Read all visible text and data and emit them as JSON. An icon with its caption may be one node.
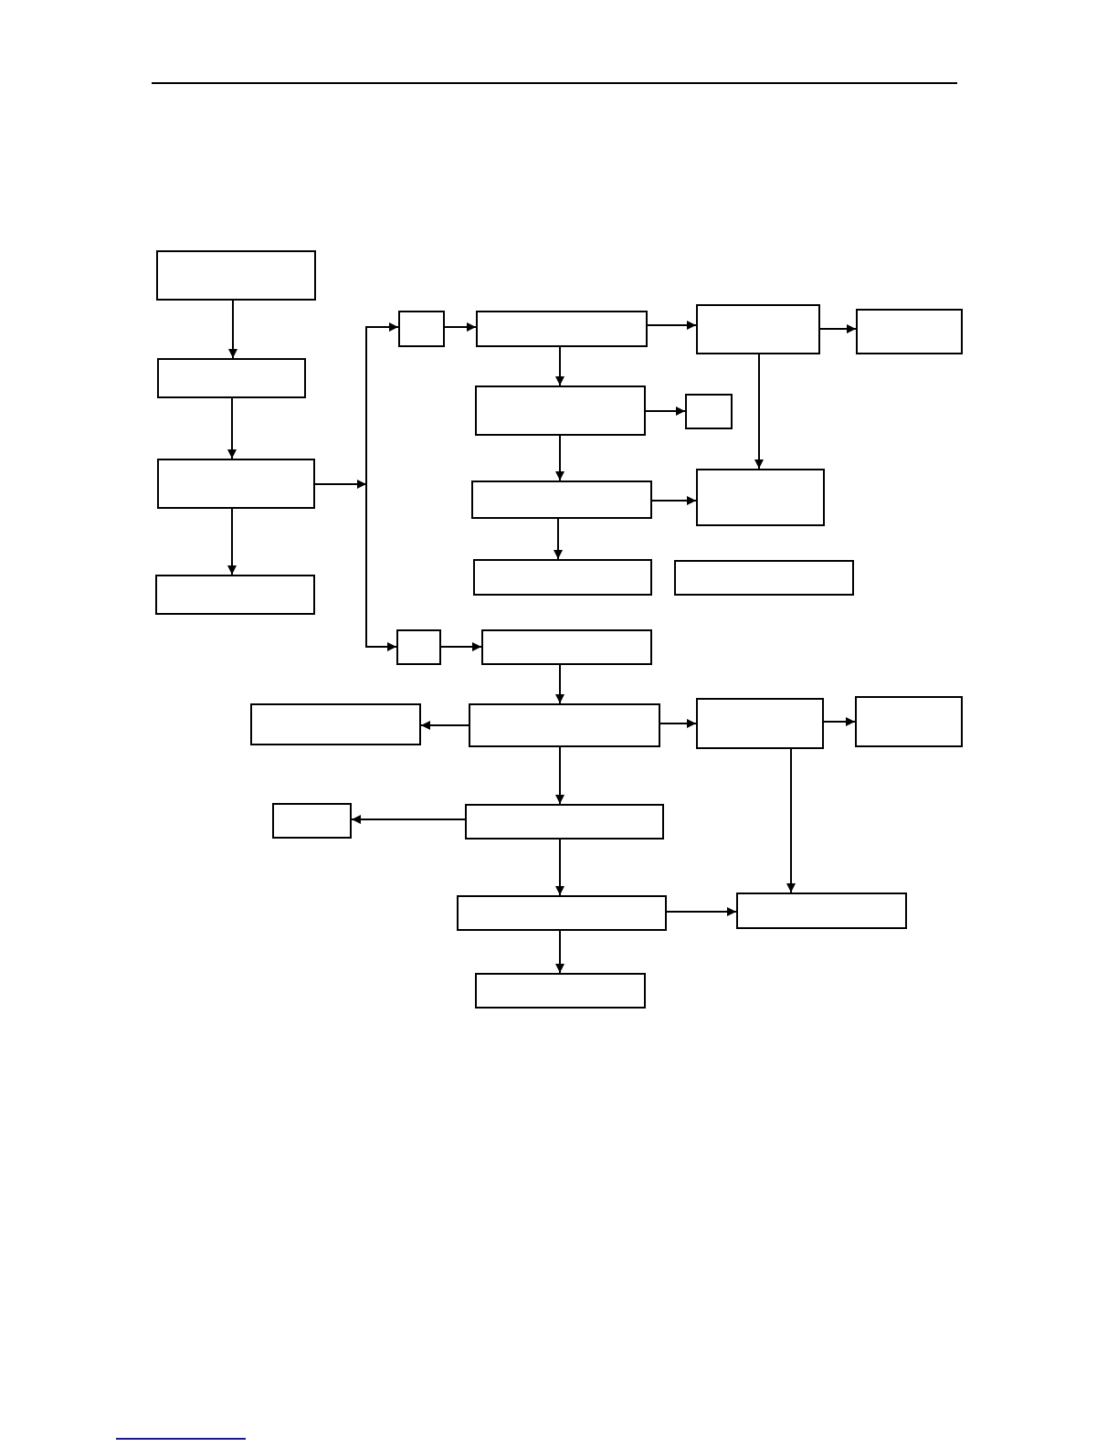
{
  "diagram": {
    "nodes": [
      {
        "text": [],
        "shape": "box"
      },
      {
        "text": [],
        "shape": "box"
      },
      {
        "text": [],
        "shape": "box"
      },
      {
        "text": [],
        "shape": "box"
      },
      {
        "text": [],
        "shape": "box"
      },
      {
        "text": [],
        "shape": "box"
      },
      {
        "text": [],
        "shape": "box"
      },
      {
        "text": [],
        "shape": "box"
      },
      {
        "text": [],
        "shape": "box"
      },
      {
        "text": [],
        "shape": "box"
      },
      {
        "text": [],
        "shape": "box"
      },
      {
        "text": [],
        "shape": "box"
      },
      {
        "text": [],
        "shape": "box"
      },
      {
        "text": [],
        "shape": "box"
      },
      {
        "text": [],
        "shape": "box"
      },
      {
        "text": [],
        "shape": "box"
      },
      {
        "text": [],
        "shape": "box"
      },
      {
        "text": [],
        "shape": "box"
      },
      {
        "text": [],
        "shape": "box"
      },
      {
        "text": [],
        "shape": "box"
      },
      {
        "text": [],
        "shape": "box"
      },
      {
        "text": [],
        "shape": "box"
      },
      {
        "text": [],
        "shape": "box"
      },
      {
        "text": [],
        "shape": "box"
      },
      {
        "text": [],
        "shape": "box"
      }
    ],
    "edges": [
      {
        "from": 0,
        "to": 5,
        "arrow": "to"
      },
      {
        "from": 5,
        "to": 8,
        "arrow": "to"
      },
      {
        "from": 8,
        "to": 11,
        "arrow": "to"
      },
      {
        "from": 8,
        "to": 1,
        "arrow": "to"
      },
      {
        "from": 8,
        "to": 14,
        "arrow": "to"
      },
      {
        "from": 1,
        "to": 2,
        "arrow": "to"
      },
      {
        "from": 2,
        "to": 3,
        "arrow": "to"
      },
      {
        "from": 3,
        "to": 4,
        "arrow": "to"
      },
      {
        "from": 2,
        "to": 6,
        "arrow": "to"
      },
      {
        "from": 6,
        "to": 7,
        "arrow": "to"
      },
      {
        "from": 3,
        "to": 10,
        "arrow": "to"
      },
      {
        "from": 6,
        "to": 9,
        "arrow": "to"
      },
      {
        "from": 9,
        "to": 10,
        "arrow": "to"
      },
      {
        "from": 9,
        "to": 12,
        "arrow": "to"
      },
      {
        "from": 14,
        "to": 15,
        "arrow": "to"
      },
      {
        "from": 15,
        "to": 17,
        "arrow": "to"
      },
      {
        "from": 17,
        "to": 16,
        "arrow": "to"
      },
      {
        "from": 17,
        "to": 18,
        "arrow": "to"
      },
      {
        "from": 18,
        "to": 19,
        "arrow": "to"
      },
      {
        "from": 17,
        "to": 21,
        "arrow": "to"
      },
      {
        "from": 21,
        "to": 20,
        "arrow": "to"
      },
      {
        "from": 18,
        "to": 23,
        "arrow": "to"
      },
      {
        "from": 21,
        "to": 22,
        "arrow": "to"
      },
      {
        "from": 22,
        "to": 23,
        "arrow": "to"
      },
      {
        "from": 22,
        "to": 24,
        "arrow": "to"
      }
    ]
  }
}
